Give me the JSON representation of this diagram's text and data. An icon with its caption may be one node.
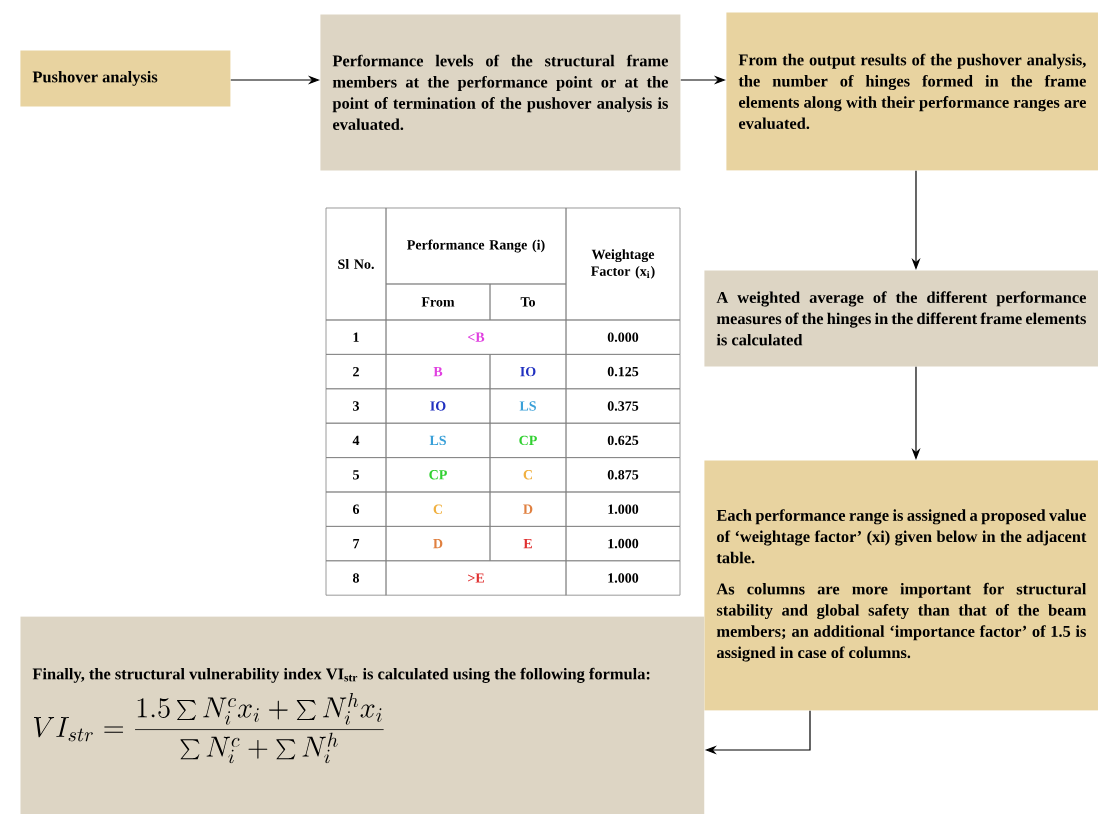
{
  "diagram": {
    "nodes": [
      {
        "text": [
          "Pushover analysis"
        ]
      },
      {
        "text": [
          "Performance levels of the structural frame members at the performance point or at the point of termination of the pushover analysis is evaluated."
        ]
      },
      {
        "text": [
          "From the output results of the pushover analysis, the number of hinges formed in the frame elements along with their performance ranges are evaluated."
        ]
      },
      {
        "text": [
          "A weighted average of the different performance measures of the hinges in the different frame elements is calculated"
        ]
      },
      {
        "text": [
          "Each performance range is assigned a proposed value of ‘weightage factor’ (xi) given below in the adjacent table.",
          "As columns are more important for structural stability and global safety than that of the beam members; an additional ‘importance factor’ of 1.5 is assigned in case of columns."
        ]
      },
      {
        "text": [
          "Finally, the structural vulnerability index VI$_{str}$ is calculated using the following formula:",
          "VI_{str}=\\frac{1.5\\sum N_i^c x_i+\\sum N_i^h x_i}{\\sum N_i^c+\\sum N_i^h}"
        ]
      }
    ],
    "edges": [
      {
        "from": 0,
        "to": 1,
        "arrow": "to"
      },
      {
        "from": 1,
        "to": 2,
        "arrow": "to"
      },
      {
        "from": 2,
        "to": 3,
        "arrow": "to"
      },
      {
        "from": 3,
        "to": 4,
        "arrow": "to"
      },
      {
        "from": 4,
        "to": 5,
        "arrow": "to"
      }
    ],
    "labels": [
      "Sl No.",
      "Performance Range (i)",
      "Weightage Factor (x$_{i}$)",
      "From",
      "To",
      "1",
      "<B",
      "0.000",
      "2",
      "B",
      "IO",
      "0.125",
      "3",
      "IO",
      "LS",
      "0.375",
      "4",
      "LS",
      "CP",
      "0.625",
      "5",
      "CP",
      "C",
      "0.875",
      "6",
      "C",
      "D",
      "1.000",
      "7",
      "D",
      "E",
      "1.000",
      "8",
      ">E",
      "1.000"
    ]
  }
}
